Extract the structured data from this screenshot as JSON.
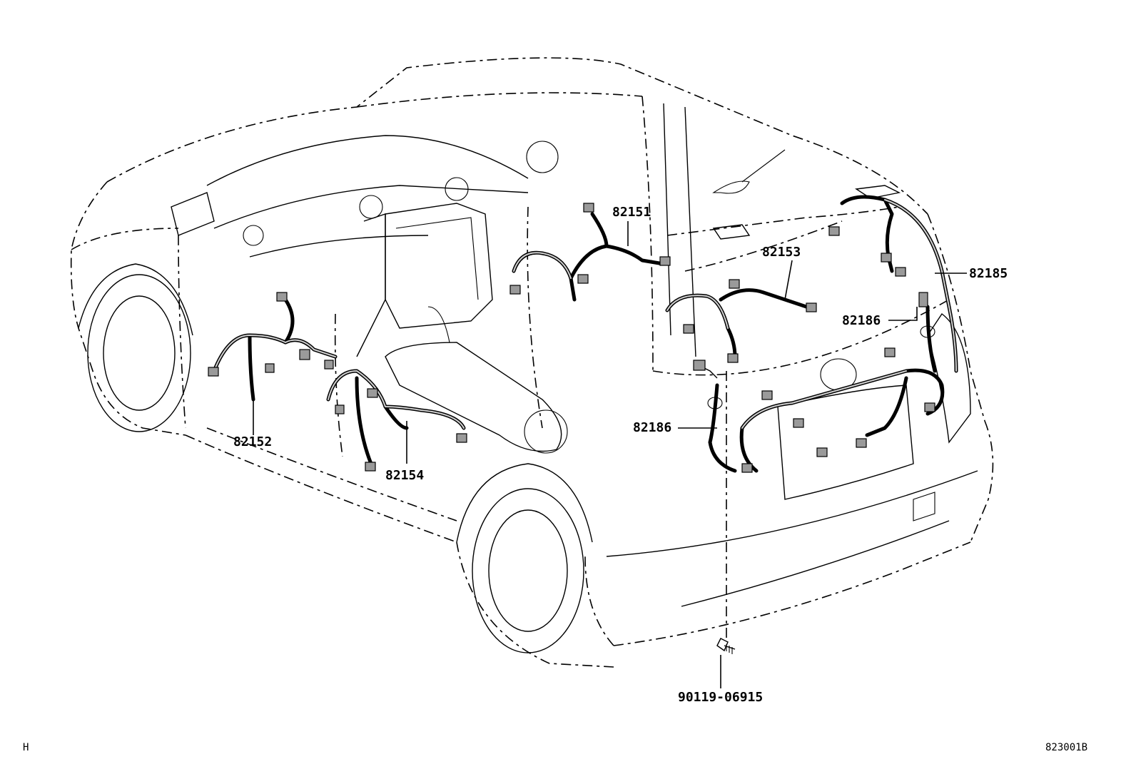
{
  "parts": [
    {
      "id": "p82151",
      "label": "82151"
    },
    {
      "id": "p82153",
      "label": "82153"
    },
    {
      "id": "p82185",
      "label": "82185"
    },
    {
      "id": "p82186a",
      "label": "82186"
    },
    {
      "id": "p82186b",
      "label": "82186"
    },
    {
      "id": "p82152",
      "label": "82152"
    },
    {
      "id": "p82154",
      "label": "82154"
    },
    {
      "id": "p90119",
      "label": "90119-06915"
    }
  ],
  "footer": {
    "left_code": "H",
    "right_code": "823001B"
  }
}
